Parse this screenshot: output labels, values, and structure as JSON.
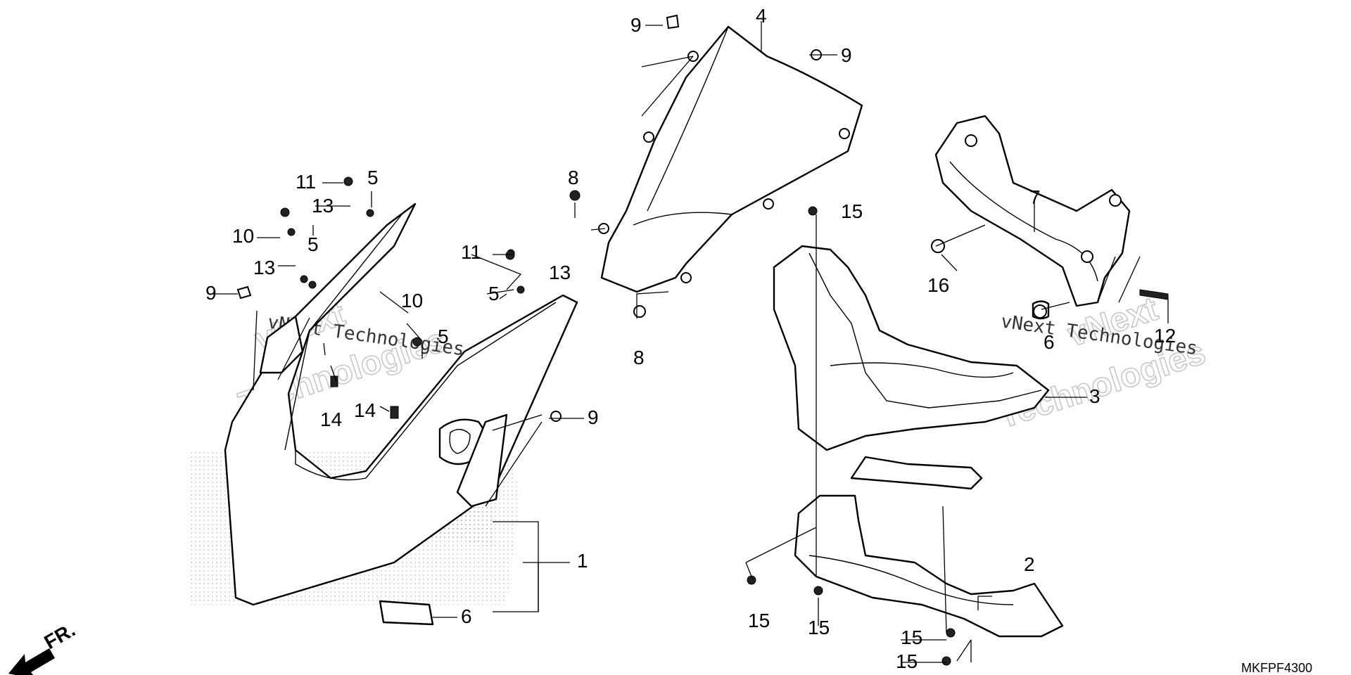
{
  "diagram_code": "MKFPF4300",
  "front_label": "FR.",
  "watermark": {
    "line1": "vNext",
    "line2": "Technologies",
    "inline": "vNext Technologies"
  },
  "callouts": {
    "c1": "1",
    "c2": "2",
    "c3": "3",
    "c4": "4",
    "c5a": "5",
    "c5b": "5",
    "c5c": "5",
    "c5d": "5",
    "c6a": "6",
    "c6b": "6",
    "c7": "7",
    "c8a": "8",
    "c8b": "8",
    "c9a": "9",
    "c9b": "9",
    "c9c": "9",
    "c9d": "9",
    "c10a": "10",
    "c10b": "10",
    "c11a": "11",
    "c11b": "11",
    "c12": "12",
    "c13a": "13",
    "c13b": "13",
    "c13c": "13",
    "c14a": "14",
    "c14b": "14",
    "c15a": "15",
    "c15b": "15",
    "c15c": "15",
    "c15d": "15",
    "c15e": "15",
    "c16": "16"
  }
}
